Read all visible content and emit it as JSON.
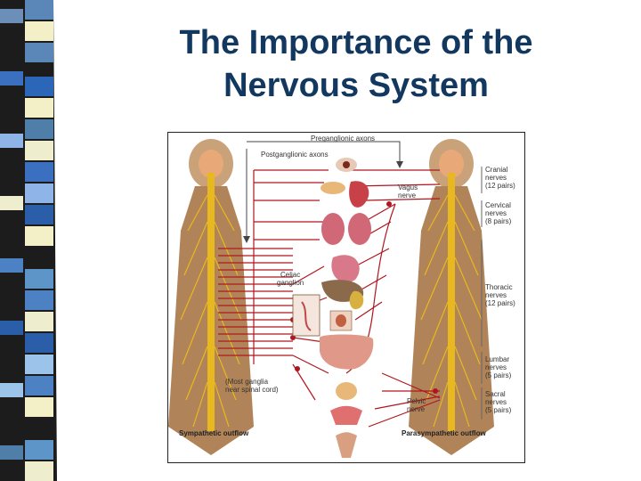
{
  "slide": {
    "title_line1": "The Importance of the",
    "title_line2": "Nervous System"
  },
  "figure": {
    "labels": {
      "preganglionic": "Preganglionic axons",
      "postganglionic": "Postganglionic axons",
      "vagus_1": "Vagus",
      "vagus_2": "nerve",
      "celiac_1": "Celiac",
      "celiac_2": "ganglion",
      "ganglia_1": "(Most ganglia",
      "ganglia_2": "near spinal cord)",
      "pelvic_1": "Pelvic",
      "pelvic_2": "nerve",
      "sympathetic": "Sympathetic outflow",
      "parasympathetic": "Parasympathetic outflow",
      "cranial_1": "Cranial",
      "cranial_2": "nerves",
      "cranial_3": "(12 pairs)",
      "cervical_1": "Cervical",
      "cervical_2": "nerves",
      "cervical_3": "(8 pairs)",
      "thoracic_1": "Thoracic",
      "thoracic_2": "nerves",
      "thoracic_3": "(12 pairs)",
      "lumbar_1": "Lumbar",
      "lumbar_2": "nerves",
      "lumbar_3": "(5 pairs)",
      "sacral_1": "Sacral",
      "sacral_2": "nerves",
      "sacral_3": "(5 pairs)"
    }
  },
  "colors": {
    "title": "#13385f",
    "nerve": "#b0161e",
    "spine": "#e8b820",
    "body": "#b08458"
  }
}
